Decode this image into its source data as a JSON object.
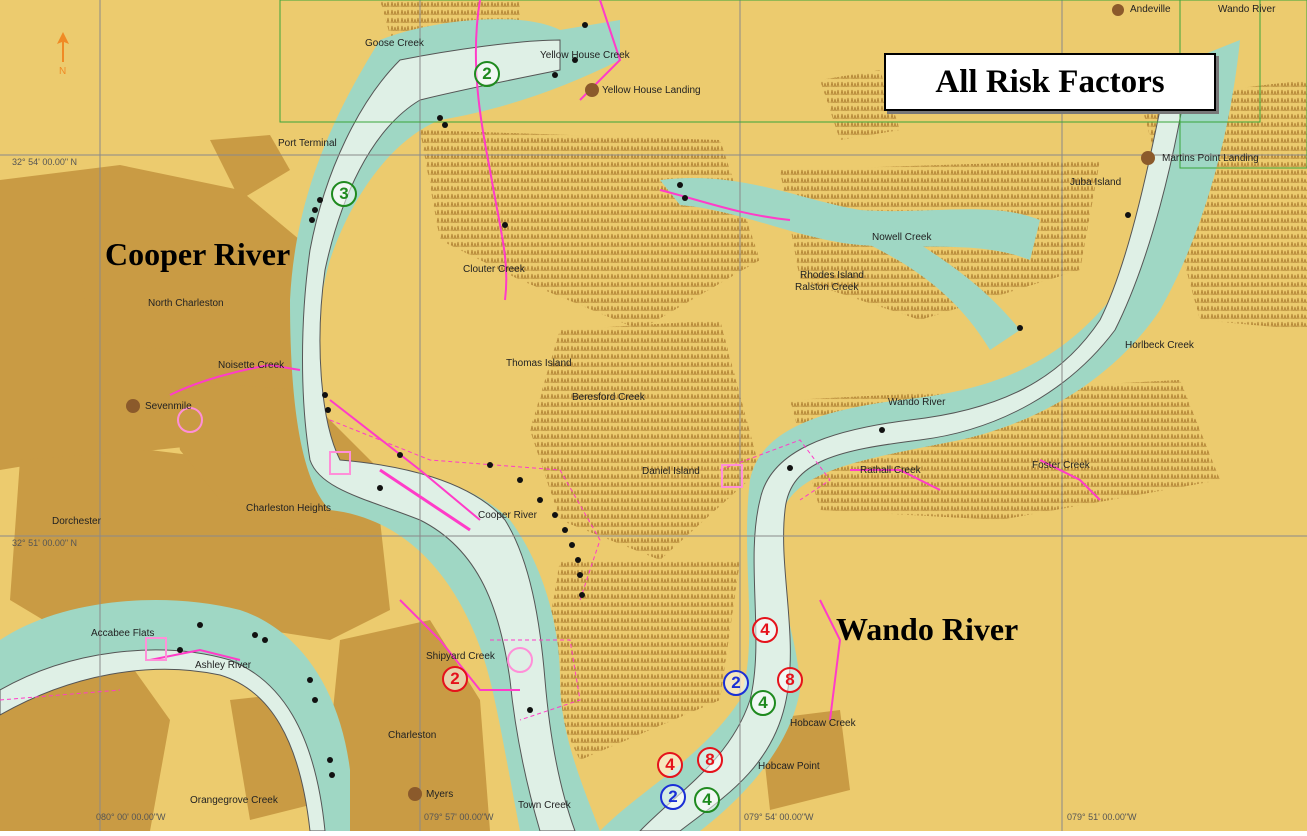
{
  "title": "All Risk Factors",
  "rivers": {
    "cooper": "Cooper River",
    "wando": "Wando River"
  },
  "places": {
    "goose_creek": "Goose Creek",
    "yellow_house_creek": "Yellow House Creek",
    "yellow_house_landing": "Yellow House Landing",
    "port_terminal": "Port Terminal",
    "andeville": "Andeville",
    "wando_river_top": "Wando River",
    "martins_point": "Martins Point Landing",
    "juba_island": "Juba Island",
    "nowell_creek": "Nowell Creek",
    "clouter_creek": "Clouter Creek",
    "rhodes_island": "Rhodes Island",
    "ralston_creek": "Ralston Creek",
    "north_charleston": "North Charleston",
    "horlbeck_creek": "Horlbeck Creek",
    "noisette_creek": "Noisette Creek",
    "thomas_island": "Thomas Island",
    "sevenmile": "Sevenmile",
    "beresford_creek": "Beresford Creek",
    "wando_river_mid": "Wando River",
    "daniel_island": "Daniel Island",
    "rathall_creek": "Rathall Creek",
    "foster_creek": "Foster Creek",
    "dorchester": "Dorchester",
    "charleston_heights": "Charleston Heights",
    "cooper_river_small": "Cooper River",
    "accabee_flats": "Accabee Flats",
    "ashley_river": "Ashley River",
    "shipyard_creek": "Shipyard Creek",
    "hobcaw_creek": "Hobcaw Creek",
    "charleston": "Charleston",
    "hobcaw_point": "Hobcaw Point",
    "myers": "Myers",
    "town_creek": "Town Creek",
    "orangegrove_creek": "Orangegrove Creek"
  },
  "coords": {
    "lat_top": "32° 54' 00.00\" N",
    "lat_mid": "32° 51' 00.00\" N",
    "lon_1": "080° 00' 00.00\"W",
    "lon_2": "079° 57' 00.00\"W",
    "lon_3": "079° 54' 00.00\"W",
    "lon_4": "079° 51' 00.00\"W"
  },
  "markers": [
    {
      "id": "m1",
      "value": "2",
      "color": "green"
    },
    {
      "id": "m2",
      "value": "3",
      "color": "green"
    },
    {
      "id": "m3",
      "value": "4",
      "color": "red"
    },
    {
      "id": "m4",
      "value": "2",
      "color": "blue"
    },
    {
      "id": "m5",
      "value": "8",
      "color": "red"
    },
    {
      "id": "m6",
      "value": "4",
      "color": "green"
    },
    {
      "id": "m7",
      "value": "2",
      "color": "red"
    },
    {
      "id": "m8",
      "value": "4",
      "color": "red"
    },
    {
      "id": "m9",
      "value": "8",
      "color": "red"
    },
    {
      "id": "m10",
      "value": "2",
      "color": "blue"
    },
    {
      "id": "m11",
      "value": "4",
      "color": "green"
    }
  ],
  "colors": {
    "land_light": "#eccb6e",
    "land_dark": "#c99b44",
    "water": "#9fd7c4",
    "channel": "#dff0e6",
    "grid": "#8a8a8a",
    "restricted": "#ff3cc8"
  }
}
